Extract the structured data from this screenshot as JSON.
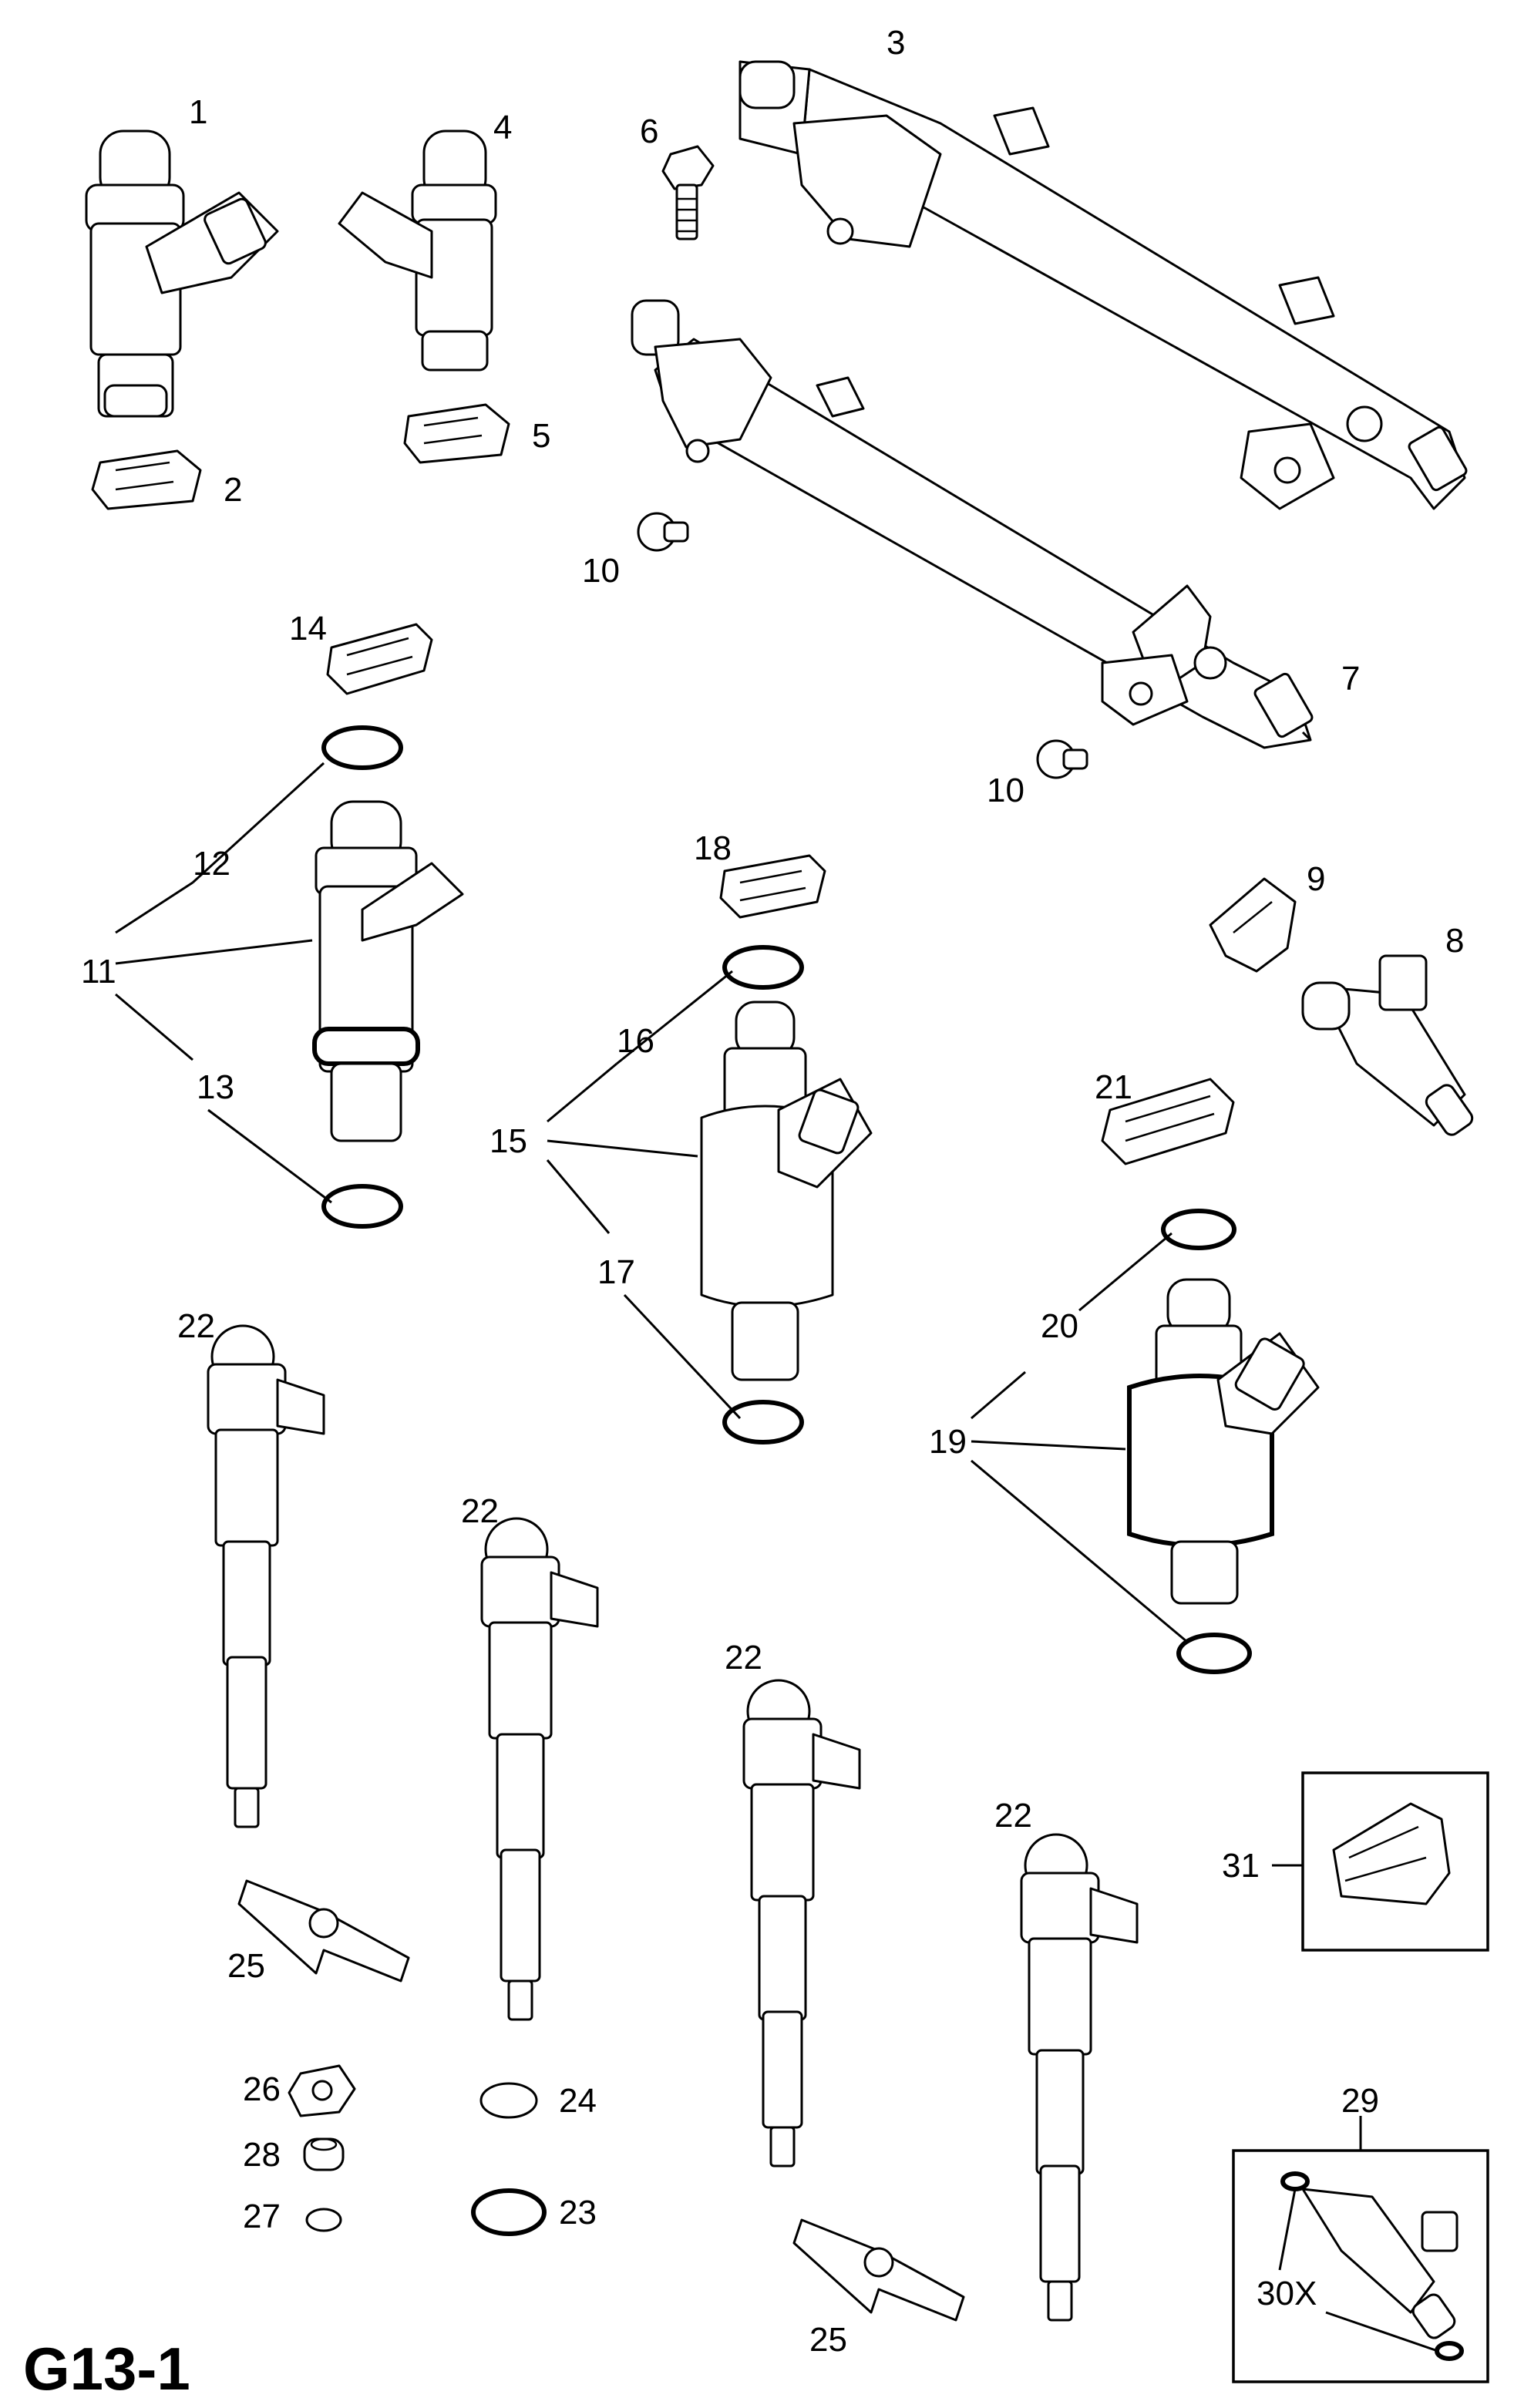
{
  "diagram_code": "G13-1",
  "colors": {
    "ink": "#000000",
    "paper": "#ffffff"
  },
  "callouts": [
    "1",
    "2",
    "3",
    "4",
    "5",
    "6",
    "7",
    "8",
    "9",
    "10",
    "11",
    "12",
    "13",
    "14",
    "15",
    "16",
    "17",
    "18",
    "19",
    "20",
    "21",
    "22",
    "23",
    "24",
    "25",
    "26",
    "27",
    "28",
    "29",
    "30X",
    "31"
  ]
}
